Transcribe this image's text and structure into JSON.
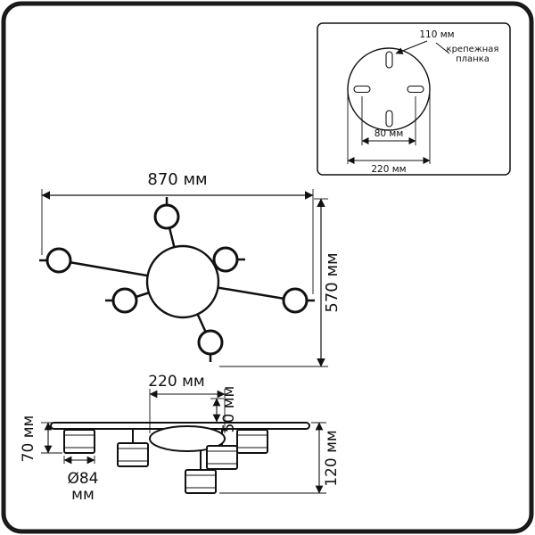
{
  "drawing_type": "lighting-fixture-dimension-diagram",
  "colors": {
    "line": "#111111",
    "background": "#ffffff"
  },
  "inset": {
    "dim_110": "110 мм",
    "plate_line1": "крепежная",
    "plate_line2": "планка",
    "dim_80": "80 мм",
    "dim_220": "220 мм"
  },
  "top_view": {
    "dim_width": "870 мм",
    "dim_height": "570 мм"
  },
  "side_view": {
    "dim_plate": "220 мм",
    "dim_stem": "50 мм",
    "dim_left": "70 мм",
    "dim_right": "120 мм",
    "dia_line1": "Ø84",
    "dia_line2": "мм"
  }
}
